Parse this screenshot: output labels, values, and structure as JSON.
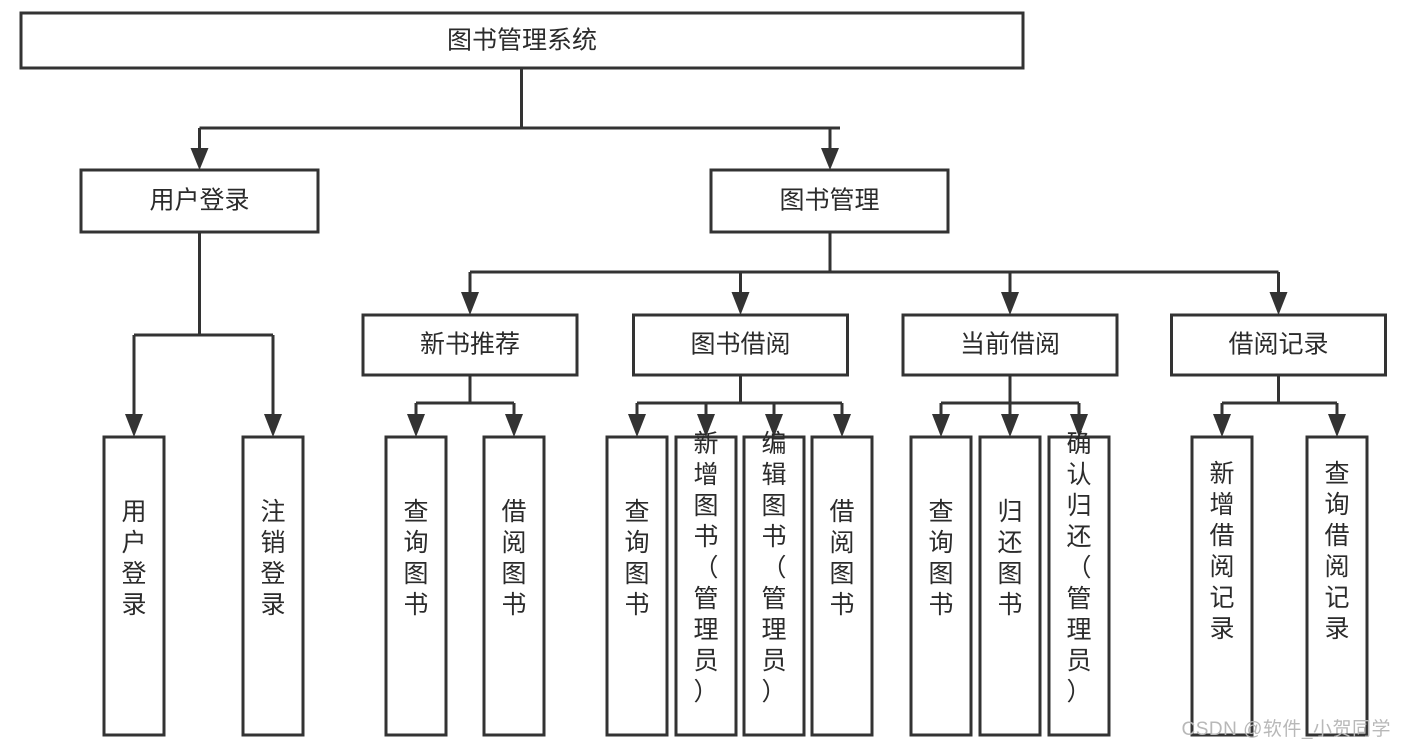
{
  "diagram": {
    "type": "tree",
    "title": "图书管理系统",
    "watermark": "CSDN @软件_小贺同学",
    "colors": {
      "box_stroke": "#333333",
      "box_fill": "#ffffff",
      "text": "#2b2b2b",
      "background": "#ffffff",
      "watermark": "#b8b8b8"
    },
    "nodes": {
      "root": {
        "label": "图书管理系统",
        "level": 0,
        "orientation": "horizontal"
      },
      "l1": [
        {
          "label": "用户登录",
          "level": 1,
          "orientation": "horizontal"
        },
        {
          "label": "图书管理",
          "level": 1,
          "orientation": "horizontal"
        }
      ],
      "l2": [
        {
          "label": "新书推荐",
          "level": 2,
          "orientation": "horizontal"
        },
        {
          "label": "图书借阅",
          "level": 2,
          "orientation": "horizontal"
        },
        {
          "label": "当前借阅",
          "level": 2,
          "orientation": "horizontal"
        },
        {
          "label": "借阅记录",
          "level": 2,
          "orientation": "horizontal"
        }
      ],
      "leaves": {
        "用户登录": [
          {
            "label": "用户登录",
            "orientation": "vertical"
          },
          {
            "label": "注销登录",
            "orientation": "vertical"
          }
        ],
        "新书推荐": [
          {
            "label": "查询图书",
            "orientation": "vertical"
          },
          {
            "label": "借阅图书",
            "orientation": "vertical"
          }
        ],
        "图书借阅": [
          {
            "label": "查询图书",
            "orientation": "vertical"
          },
          {
            "label": "新增图书（管理员）",
            "orientation": "vertical"
          },
          {
            "label": "编辑图书（管理员）",
            "orientation": "vertical"
          },
          {
            "label": "借阅图书",
            "orientation": "vertical"
          }
        ],
        "当前借阅": [
          {
            "label": "查询图书",
            "orientation": "vertical"
          },
          {
            "label": "归还图书",
            "orientation": "vertical"
          },
          {
            "label": "确认归还（管理员）",
            "orientation": "vertical"
          }
        ],
        "借阅记录": [
          {
            "label": "新增借阅记录",
            "orientation": "vertical"
          },
          {
            "label": "查询借阅记录",
            "orientation": "vertical"
          }
        ]
      }
    }
  }
}
